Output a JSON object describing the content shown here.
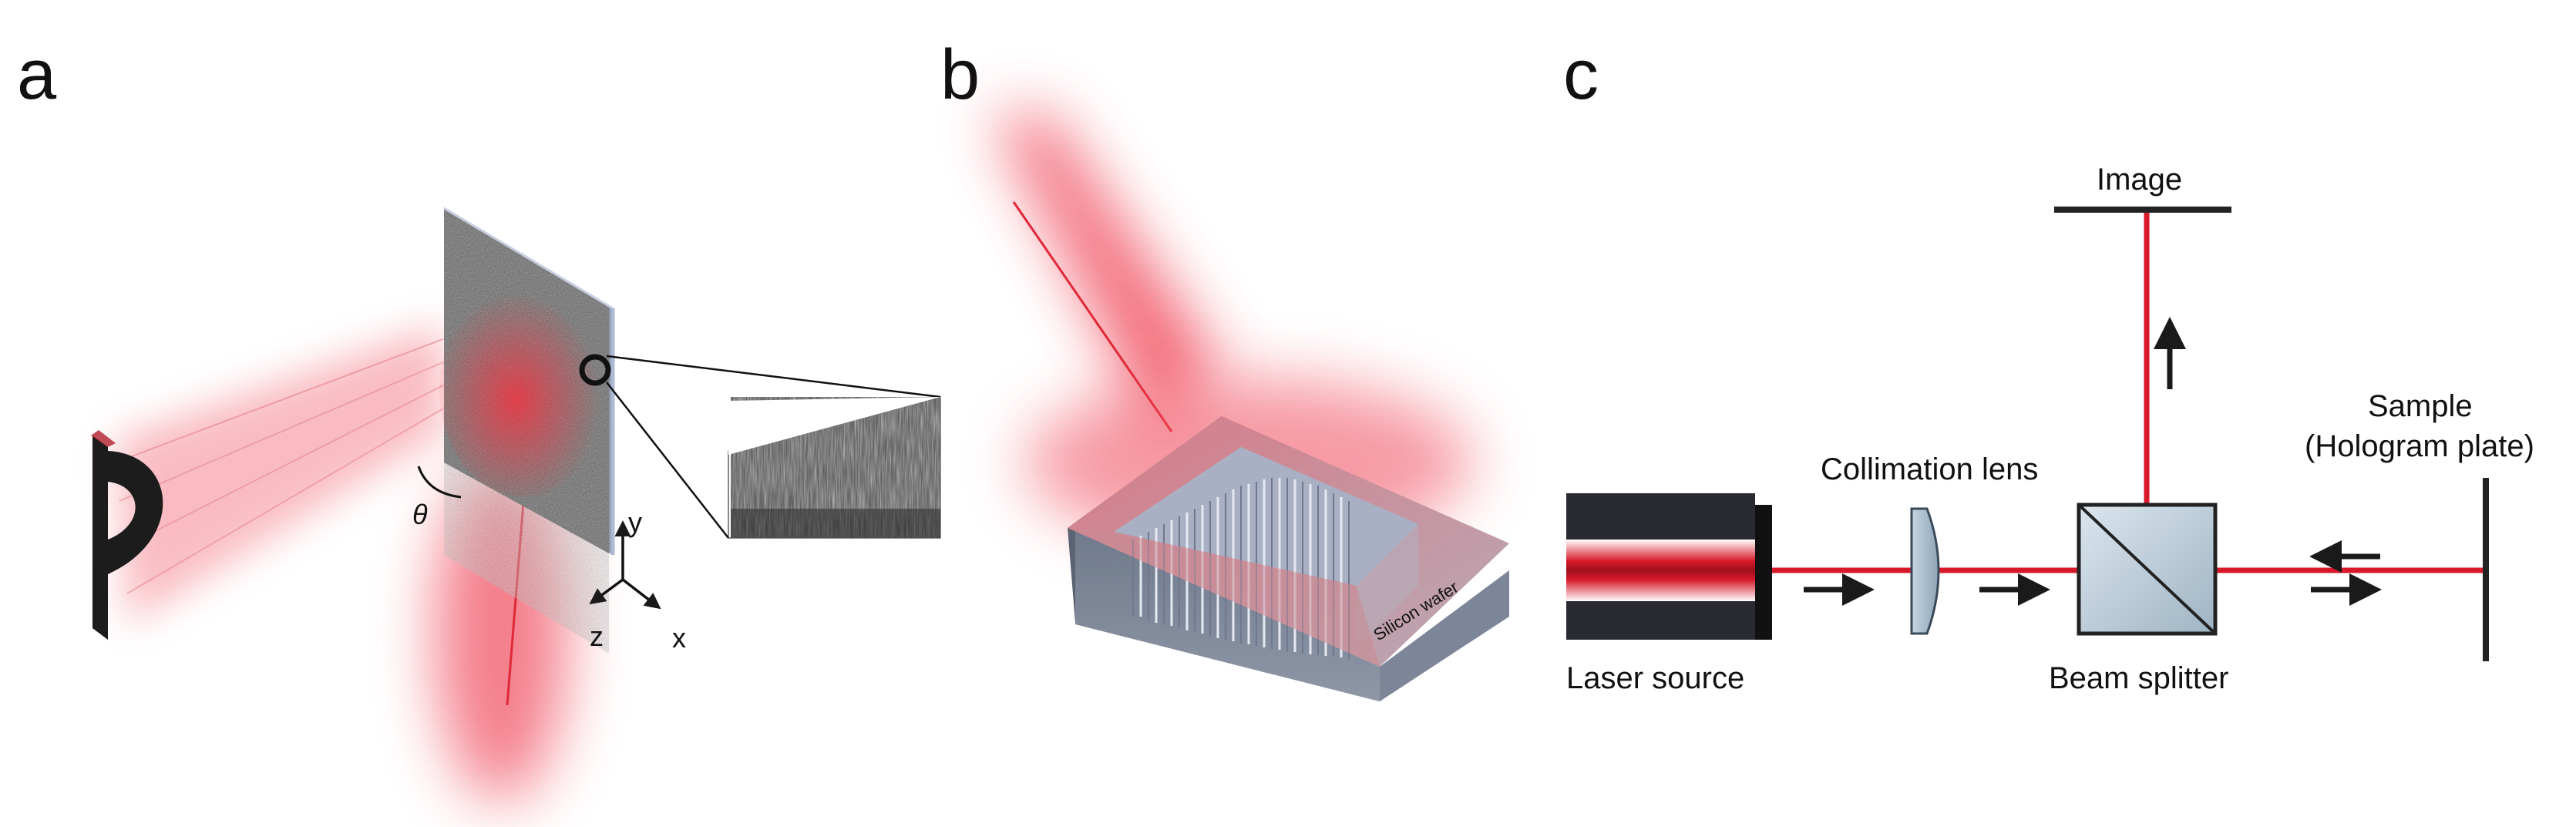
{
  "panels": {
    "a": {
      "letter": "a",
      "angle_symbol": "θ",
      "axes": {
        "y": "y",
        "z": "z",
        "x": "x"
      }
    },
    "b": {
      "letter": "b",
      "wafer_label": "Silicon wafer"
    },
    "c": {
      "letter": "c",
      "labels": {
        "image": "Image",
        "collimation_lens": "Collimation lens",
        "sample_line1": "Sample",
        "sample_line2": "(Hologram plate)",
        "laser_source": "Laser source",
        "beam_splitter": "Beam splitter"
      }
    }
  },
  "colors": {
    "laser": "#d7192a",
    "glow": "#ef3a4a",
    "ink": "#111111"
  }
}
